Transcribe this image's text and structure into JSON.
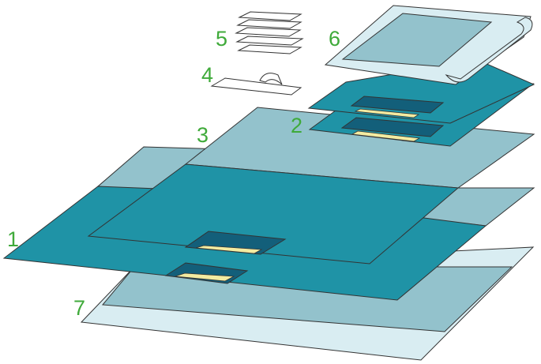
{
  "labels": {
    "l1": "1",
    "l2": "2",
    "l3": "3",
    "l4": "4",
    "l5": "5",
    "l6": "6",
    "l7": "7"
  },
  "colors": {
    "teal": "#1f93a6",
    "teal_dark": "#135f7a",
    "light_blue": "#93c2cc",
    "pale_blue": "#d9edf2",
    "yellow": "#f3eba1",
    "label_green": "#3faa3a",
    "stroke": "#333333"
  },
  "icons": {
    "layer_1": "drape-sheet-with-fenestration",
    "layer_2": "fenestrated-drapes",
    "layer_3": "absorbent-sheet",
    "layer_4": "adhesive-tape",
    "layer_5": "towel-stack",
    "layer_6": "instrument-tray-cover",
    "layer_7": "table-cover"
  }
}
